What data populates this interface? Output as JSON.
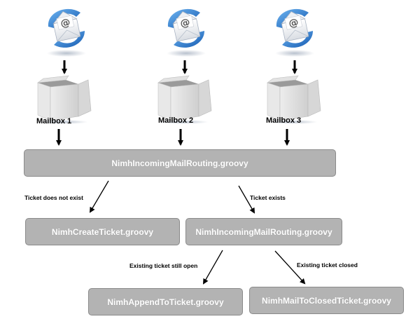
{
  "mailboxes": [
    {
      "label": "Mailbox 1"
    },
    {
      "label": "Mailbox 2"
    },
    {
      "label": "Mailbox 3"
    }
  ],
  "nodes": {
    "routing_main": "NimhIncomingMailRouting.groovy",
    "create_ticket": "NimhCreateTicket.groovy",
    "routing_sub": "NimhIncomingMailRouting.groovy",
    "append_ticket": "NimhAppendToTicket.groovy",
    "closed_ticket": "NimhMailToClosedTicket.groovy"
  },
  "edges": {
    "not_exist": "Ticket does not exist",
    "exists": "Ticket exists",
    "still_open": "Existing ticket still open",
    "closed": "Existing ticket closed"
  },
  "colors": {
    "box_fill": "#b3b3b3",
    "envelope_blue": "#1e73c8",
    "arrow": "#000000"
  },
  "icons": [
    "email-envelope-icon",
    "open-box-icon"
  ]
}
